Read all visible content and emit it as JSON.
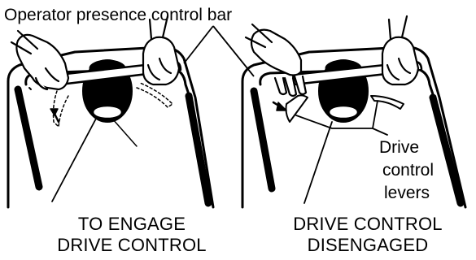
{
  "callouts": {
    "top": "Operator presence control bar",
    "levers": [
      "Drive",
      "control",
      "levers"
    ]
  },
  "captions": {
    "left": [
      "TO ENGAGE",
      "DRIVE CONTROL"
    ],
    "right": [
      "DRIVE CONTROL",
      "DISENGAGED"
    ]
  },
  "colors": {
    "ink": "#000000",
    "paper": "#ffffff"
  },
  "icons": [
    "hand-icon",
    "arrow-icon"
  ]
}
